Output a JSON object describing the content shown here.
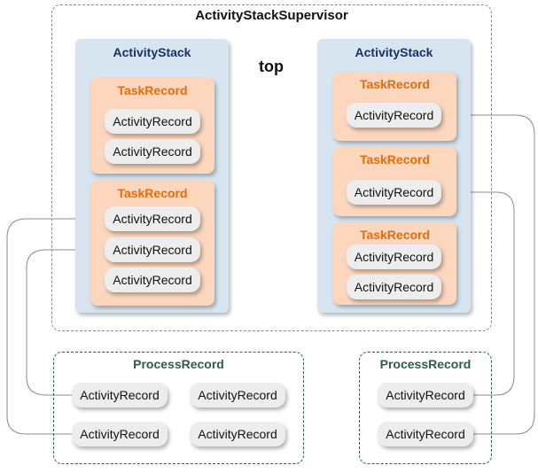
{
  "supervisor": {
    "title": "ActivityStackSupervisor",
    "top_label": "top"
  },
  "left_stack": {
    "title": "ActivityStack",
    "tasks": [
      {
        "title": "TaskRecord",
        "records": [
          "ActivityRecord",
          "ActivityRecord"
        ]
      },
      {
        "title": "TaskRecord",
        "records": [
          "ActivityRecord",
          "ActivityRecord",
          "ActivityRecord"
        ]
      }
    ]
  },
  "right_stack": {
    "title": "ActivityStack",
    "tasks": [
      {
        "title": "TaskRecord",
        "records": [
          "ActivityRecord"
        ]
      },
      {
        "title": "TaskRecord",
        "records": [
          "ActivityRecord"
        ]
      },
      {
        "title": "TaskRecord",
        "records": [
          "ActivityRecord",
          "ActivityRecord"
        ]
      }
    ]
  },
  "process_left": {
    "title": "ProcessRecord",
    "records": [
      "ActivityRecord",
      "ActivityRecord",
      "ActivityRecord",
      "ActivityRecord"
    ]
  },
  "process_right": {
    "title": "ProcessRecord",
    "records": [
      "ActivityRecord",
      "ActivityRecord"
    ]
  }
}
